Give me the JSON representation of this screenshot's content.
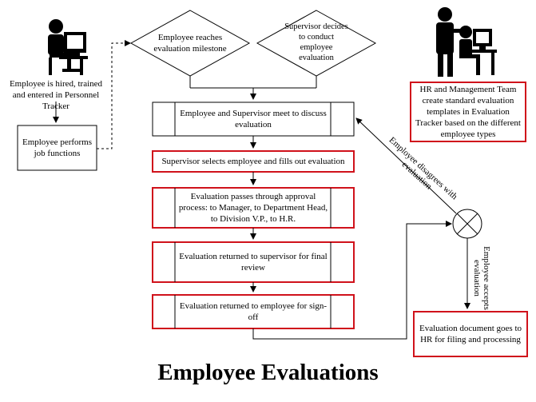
{
  "diagram": {
    "title": "Employee Evaluations",
    "nodes": {
      "employee_hired": "Employee is hired, trained and entered in Personnel Tracker",
      "employee_performs": "Employee performs job functions",
      "milestone": "Employee reaches evaluation milestone",
      "supervisor_decides": "Supervisor decides to conduct employee evaluation",
      "hr_templates": "HR and Management Team create standard evaluation templates in Evaluation Tracker based on the different employee types",
      "meet": "Employee and Supervisor meet to discuss evaluation",
      "selects": "Supervisor selects employee and fills out evaluation",
      "approval": "Evaluation passes through approval process:  to Manager, to Department Head, to Division V.P., to H.R.",
      "returned_supervisor": "Evaluation returned to supervisor for final review",
      "returned_employee": "Evaluation returned to employee for sign-off",
      "hr_filing": "Evaluation document goes to HR for filing and processing"
    },
    "edge_labels": {
      "disagrees": "Employee disagrees with evaluation",
      "accepts": "Employee accepts evaluation"
    },
    "colors": {
      "highlight_border": "#d0121b",
      "line": "#000000",
      "icon": "#000000"
    },
    "icons": [
      "employee-at-computer-icon",
      "manager-with-employee-icon",
      "decision-x-icon"
    ]
  }
}
